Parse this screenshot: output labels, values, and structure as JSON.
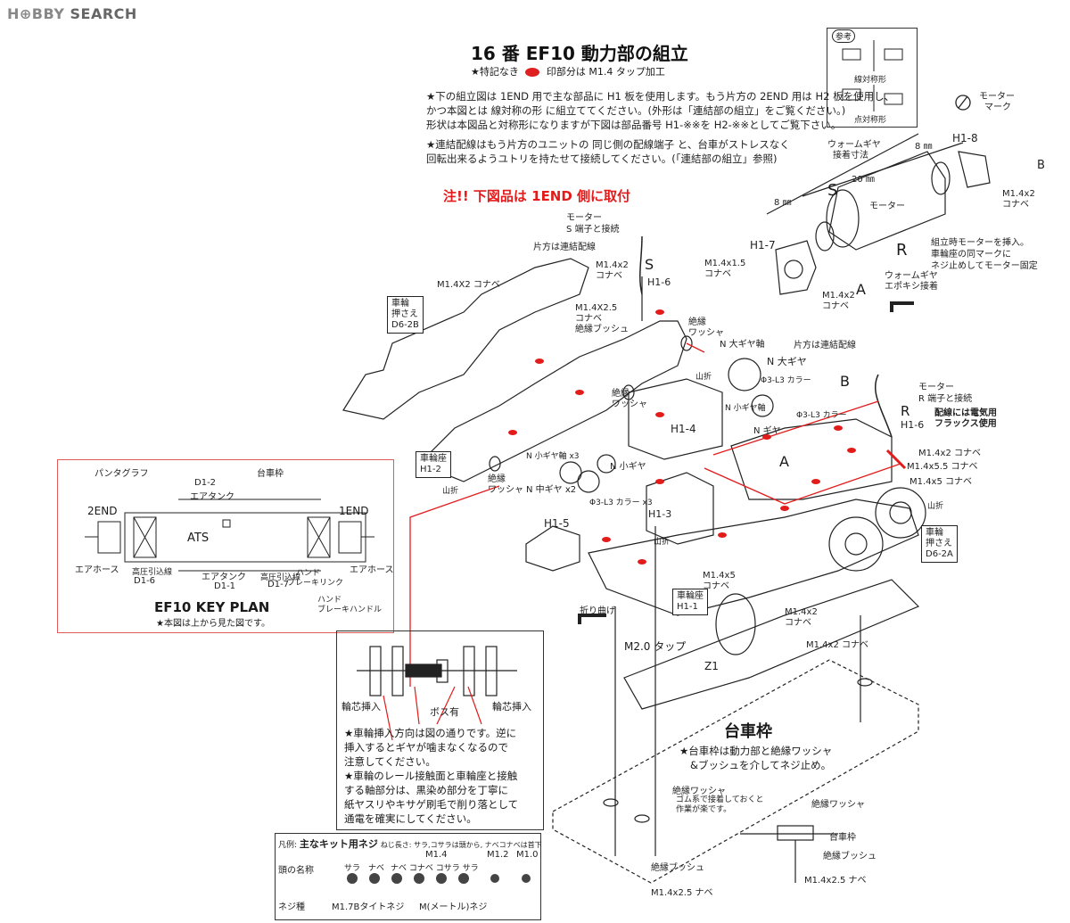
{
  "watermark": {
    "prefix": "H⊕BBY",
    "suffix": "SEARCH"
  },
  "title": "16 番 EF10 動力部の組立",
  "legend": {
    "left": "★特記なき",
    "right": "印部分は M1.4 タップ加工"
  },
  "notes": [
    "★下の組立図は 1END 用で主な部品に H1 板を使用します。もう片方の 2END 用は H2 板を使用し、",
    "かつ本図とは 線対称の形 に組立ててください。(外形は「連結部の組立」をご覧ください。)",
    "形状は本図品と対称形になりますが下図は部品番号 H1-※※を H2-※※としてご覧下さい。",
    "★連結配線はもう片方のユニットの 同じ側の配線端子 と、台車がストレスなく",
    "回転出来るようユトリを持たせて接続してください。(「連結部の組立」参照)"
  ],
  "warning": "注!! 下図品は 1END 側に取付",
  "reference": {
    "heading": "参考",
    "line_sym": "線対称形",
    "point_sym": "点対称形"
  },
  "motor_mark": {
    "line1": "モーター",
    "line2": "マーク"
  },
  "labels": {
    "worm_dim_1": "ウォームギヤ",
    "worm_dim_2": "接着寸法",
    "dim_8a": "8 ㎜",
    "dim_20": "20 ㎜",
    "dim_8b": "8 ㎜",
    "motor": "モーター",
    "h1_8": "H1-8",
    "b_top": "B",
    "m14x2_kona_top": "M1.4x2",
    "kona_top": "コナベ",
    "s_big": "S",
    "r_big": "R",
    "insert_1": "組立時モーターを挿入。",
    "insert_2": "車輪座の同マークに",
    "insert_3": "ネジ止めしてモーター固定",
    "h1_7": "H1-7",
    "m14x15": "M1.4x1.5",
    "kona_15": "コナベ",
    "worm_epoxy_1": "ウォームギヤ",
    "worm_epoxy_2": "エポキシ接着",
    "a_top": "A",
    "m14x2_kona_mid": "M1.4x2",
    "kona_mid": "コナベ",
    "motor_s_1": "モーター",
    "motor_s_2": "S 端子と接続",
    "one_side_left": "片方は連結配線",
    "m14x2_s": "M1.4x2",
    "kona_s": "コナベ",
    "s_small": "S",
    "h1_6_left": "H1-6",
    "m14x2_kona_left": "M1.4X2 コナベ",
    "wheel_hold_left_1": "車輪",
    "wheel_hold_left_2": "押さえ",
    "wheel_hold_left_3": "D6-2B",
    "m14x25": "M1.4X2.5",
    "kona_25": "コナベ",
    "bush": "絶縁ブッシュ",
    "washer_1": "絶縁",
    "washer_2": "ワッシャ",
    "n_big_axle": "N 大ギヤ軸",
    "n_big_gear": "N 大ギヤ",
    "collar_1": "Φ3-L3 カラー",
    "one_side_right": "片方は連結配線",
    "b_mid": "B",
    "motor_r_1": "モーター",
    "motor_r_2": "R 端子と接続",
    "r_small": "R",
    "h1_6_right": "H1-6",
    "flux_1": "配線には電気用",
    "flux_2": "フラックス使用",
    "n_small_axle": "N 小ギヤ軸",
    "collar_2": "Φ3-L3 カラー",
    "n_gear": "N ギヤ",
    "yamaori_1": "山折",
    "h1_4": "H1-4",
    "a_mid": "A",
    "m14x2_kona_r": "M1.4x2 コナベ",
    "m14x55": "M1.4x5.5 コナベ",
    "m14x5": "M1.4x5 コナベ",
    "washer_3": "絶縁",
    "washer_4": "ワッシャ",
    "wheel_seat_h12_1": "車輪座",
    "wheel_seat_h12_2": "H1-2",
    "yamaori_2": "山折",
    "n_small_axle_x3": "N 小ギヤ軸 x3",
    "n_small_gear": "N 小ギヤ",
    "washer_5": "絶縁",
    "washer_6": "ワッシャ",
    "n_mid_gear": "N 中ギヤ x2",
    "collar_x3": "Φ3-L3 カラー x3",
    "h1_3": "H1-3",
    "h1_5": "H1-5",
    "yamaori_3": "山折",
    "yamaori_4": "山折",
    "wheel_hold_right_1": "車輪",
    "wheel_hold_right_2": "押さえ",
    "wheel_hold_right_3": "D6-2A",
    "m14x5_b": "M1.4x5",
    "kona_5": "コナベ",
    "fold": "折り曲げ",
    "wheel_seat_h11_1": "車輪座",
    "wheel_seat_h11_2": "H1-1",
    "m14x2_kona_low_1": "M1.4x2",
    "m14x2_kona_low_2": "コナベ",
    "m14x2_kona_low_3": "M1.4x2 コナベ",
    "m20_tap": "M2.0 タップ",
    "z1": "Z1",
    "yamaori_5": "山折"
  },
  "keyplan": {
    "pantograph": "パンタグラフ",
    "truck_frame": "台車枠",
    "d1_2": "D1-2",
    "air_tank_top": "エアタンク",
    "end2": "2END",
    "end1": "1END",
    "ats": "ATS",
    "air_hose_left": "エアホース",
    "air_hose_right": "エアホース",
    "hv_left": "高圧引込線",
    "d1_6": "D1-6",
    "air_tank_bottom": "エアタンク",
    "d1_1": "D1-1",
    "hv_right": "高圧引込線",
    "d1_7": "D1-7",
    "hand_brake_link_1": "ハンド",
    "hand_brake_link_2": "ブレーキリンク",
    "hand_brake_handle_1": "ハンド",
    "hand_brake_handle_2": "ブレーキハンドル",
    "title": "EF10 KEY PLAN",
    "subtitle": "★本図は上から見た図です。"
  },
  "wheel": {
    "insert_left": "輪芯挿入",
    "boss": "ボス有",
    "insert_right": "輪芯挿入",
    "notes": [
      "★車輪挿入方向は図の通りです。逆に",
      "挿入するとギヤが噛まなくなるので",
      "注意してください。",
      "★車輪のレール接触面と車輪座と接触",
      "する軸部分は、黒染め部分を丁寧に",
      "紙ヤスリやキサゲ刷毛で削り落として",
      "通電を確実にしてください。"
    ]
  },
  "screws": {
    "heading_1": "凡例:",
    "heading_2": "主なキット用ネジ",
    "heading_3": "ねじ長さ: サラ,コサラは頭から, ナベコナベは首下",
    "m14": "M1.4",
    "m12": "M1.2",
    "m10": "M1.0",
    "head_label": "頭の名称",
    "sara": "サラ",
    "nabe": "ナベ",
    "types_m14": "ナベ コナベ コサラ サラ",
    "kind_label": "ネジ種",
    "kind_1": "M1.7Bタイトネジ",
    "kind_2": "M(メートル)ネジ"
  },
  "truck": {
    "title": "台車枠",
    "note_1": "★台車枠は動力部と絶縁ワッシャ",
    "note_2": "&ブッシュを介してネジ止め。",
    "washer": "絶縁ワッシャ",
    "rubber_1": "ゴム系で接着しておくと",
    "rubber_2": "作業が楽です。",
    "washer_r": "絶縁ワッシャ",
    "truck_frame": "台車枠",
    "bush_r": "絶縁ブッシュ",
    "bush_l": "絶縁ブッシュ",
    "m14x25_r": "M1.4x2.5 ナベ",
    "m14x25_l": "M1.4x2.5 ナベ"
  },
  "colors": {
    "accent_red": "#e21b1b",
    "line": "#222222"
  }
}
